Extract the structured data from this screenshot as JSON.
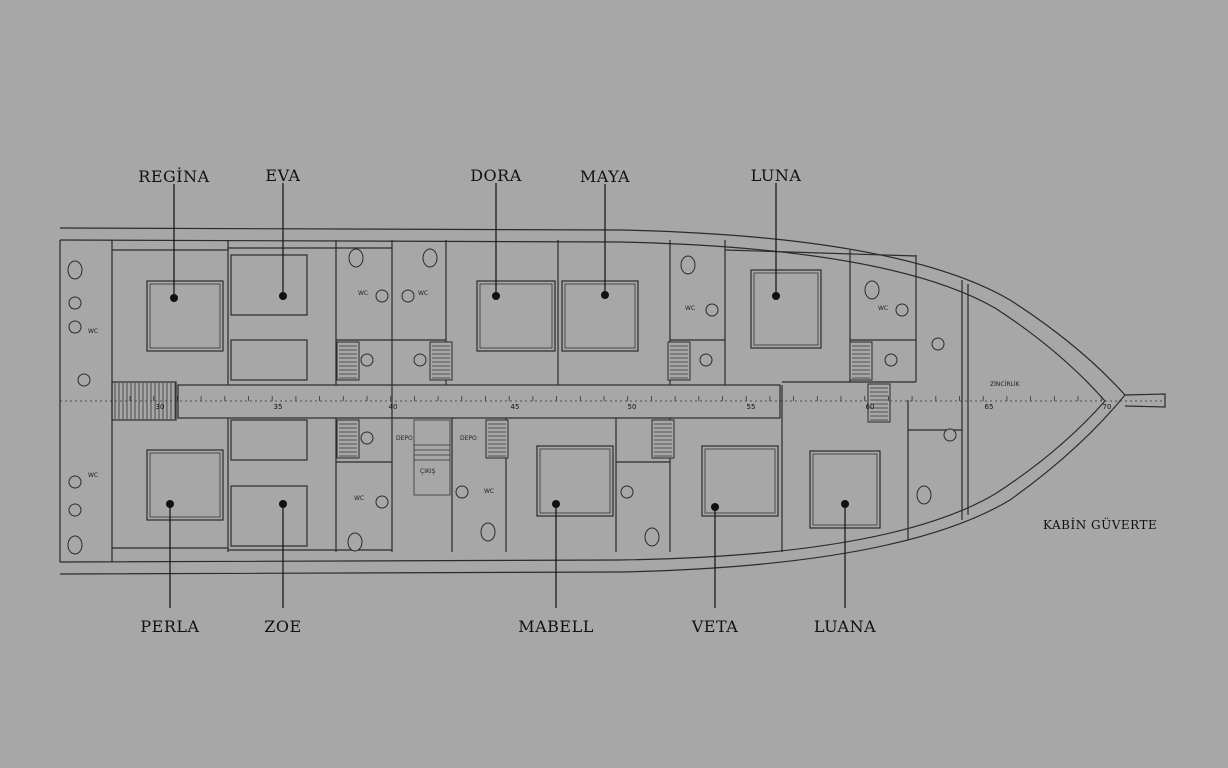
{
  "diagram": {
    "title": "KABİN GÜVERTE",
    "cabins_top": [
      "REGİNA",
      "EVA",
      "DORA",
      "MAYA",
      "LUNA"
    ],
    "cabins_bottom": [
      "PERLA",
      "ZOE",
      "MABELL",
      "VETA",
      "LUANA"
    ],
    "frame_numbers": [
      "30",
      "35",
      "40",
      "45",
      "50",
      "55",
      "60",
      "65",
      "70"
    ],
    "room_labels": {
      "wc": "WC",
      "depo": "DEPO",
      "exit": "ÇIKIŞ",
      "chain_locker": "ZİNCİRLİK"
    },
    "colors": {
      "background": "#a7a7a7",
      "lines": "#2b2b2b",
      "text": "#111111"
    }
  }
}
